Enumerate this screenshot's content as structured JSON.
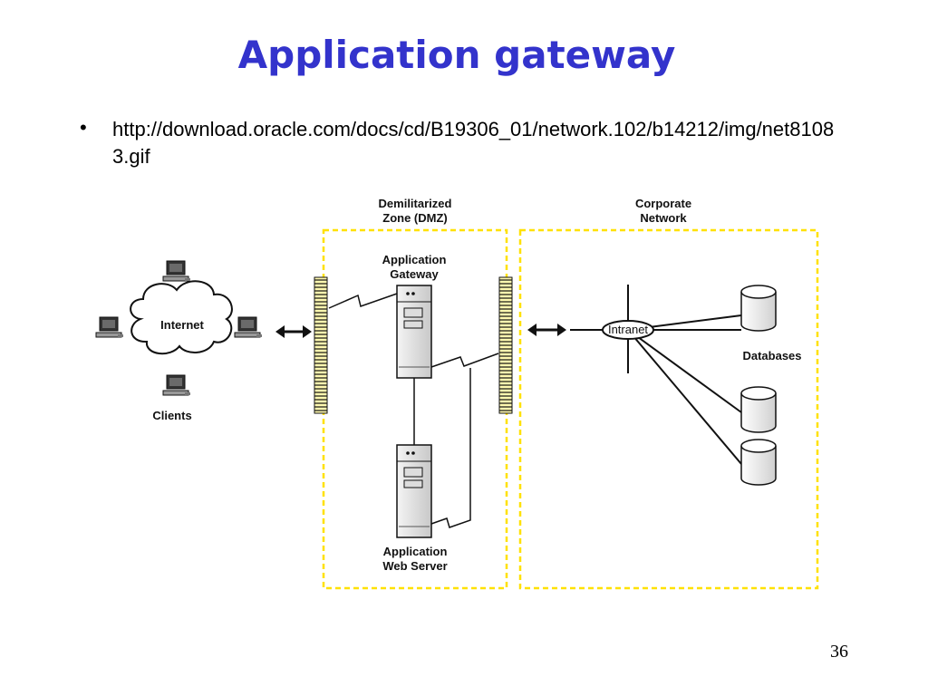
{
  "slide": {
    "title": "Application gateway",
    "bullet": "http://download.oracle.com/docs/cd/B19306_01/network.102/b14212/img/net81083.gif",
    "page_number": "36"
  },
  "diagram": {
    "dmz_label_1": "Demilitarized",
    "dmz_label_2": "Zone (DMZ)",
    "corp_label_1": "Corporate",
    "corp_label_2": "Network",
    "gateway_label_1": "Application",
    "gateway_label_2": "Gateway",
    "webserver_label_1": "Application",
    "webserver_label_2": "Web Server",
    "internet_label": "Internet",
    "clients_label": "Clients",
    "intranet_label": "Intranet",
    "databases_label": "Databases",
    "colors": {
      "title": "#3333cc",
      "zone_border": "#ffe100",
      "firewall": "#ffe100"
    }
  }
}
